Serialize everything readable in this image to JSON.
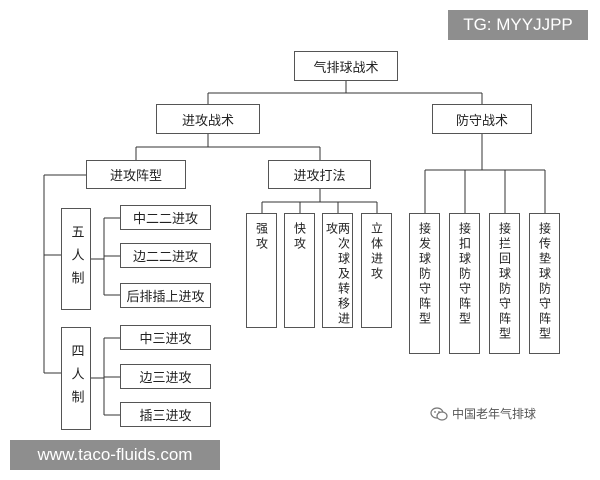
{
  "watermarks": {
    "top": "TG: MYYJJPP",
    "bottom": "www.taco-fluids.com"
  },
  "source_label": "中国老年气排球",
  "source_icon": "wechat-icon",
  "line_color": "#333333",
  "root": {
    "label": "气排球战术"
  },
  "offense": {
    "label": "进攻战术",
    "formation": {
      "label": "进攻阵型",
      "five_player": {
        "label": "五人制",
        "items": [
          "中二二进攻",
          "边二二进攻",
          "后排插上进攻"
        ]
      },
      "four_player": {
        "label": "四人制",
        "items": [
          "中三进攻",
          "边三进攻",
          "插三进攻"
        ]
      }
    },
    "play": {
      "label": "进攻打法",
      "items": [
        "强攻",
        "快攻",
        "两次球及转移进攻",
        "立体进攻"
      ]
    }
  },
  "defense": {
    "label": "防守战术",
    "items": [
      "接发球防守阵型",
      "接扣球防守阵型",
      "接拦回球防守阵型",
      "接传垫球防守阵型"
    ]
  }
}
